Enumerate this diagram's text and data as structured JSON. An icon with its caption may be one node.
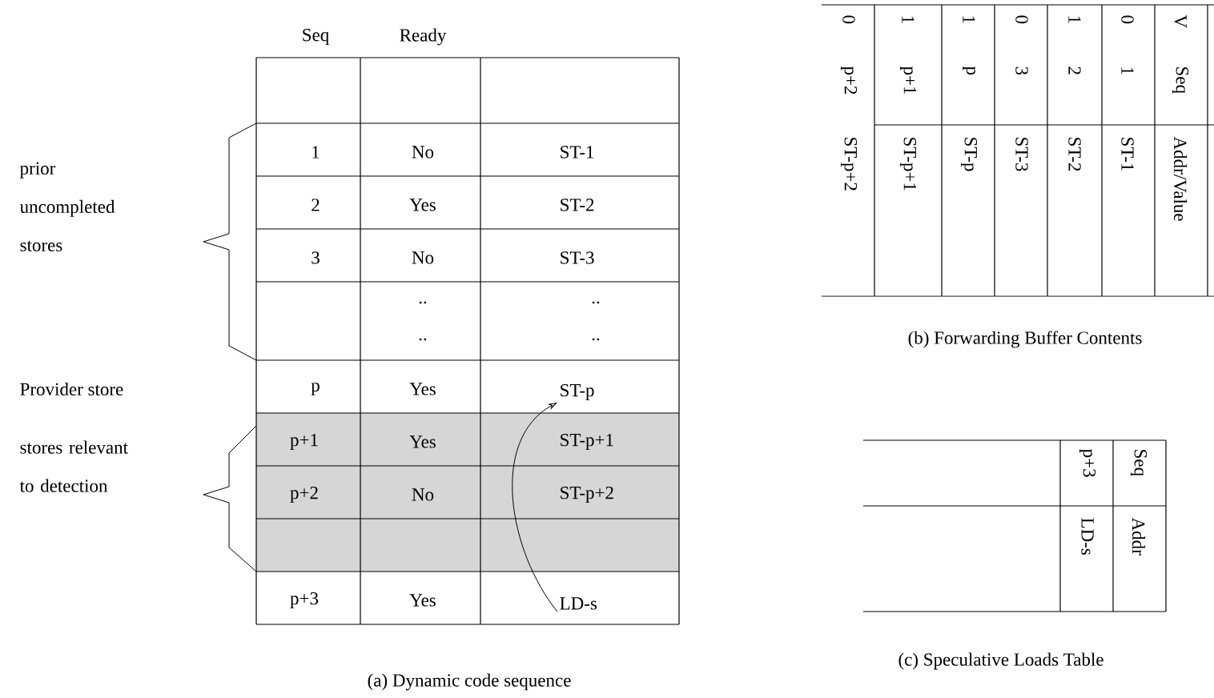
{
  "diagram": {
    "nodes": [
      {
        "text": [
          "ST-p"
        ]
      },
      {
        "text": [
          "LD-s"
        ]
      }
    ],
    "edges": [
      {
        "from": 1,
        "to": 0,
        "arrow": "to"
      }
    ],
    "labels": [
      "Seq",
      "Ready",
      "1",
      "No",
      "ST-1",
      "prior uncompleted stores",
      "2",
      "Yes",
      "ST-2",
      "3",
      "No",
      "ST-3",
      "..",
      "..",
      "..",
      "..",
      "Provider store",
      "p",
      "Yes",
      "stores relevant to detection",
      "p+1",
      "Yes",
      "ST-p+1",
      "p+2",
      "No",
      "ST-p+2",
      "p+3",
      "Yes",
      "(a) Dynamic code sequence",
      "V",
      "Seq",
      "Addr/Value",
      "0",
      "1",
      "ST-1",
      "1",
      "2",
      "ST-2",
      "0",
      "3",
      "ST-3",
      "1",
      "p",
      "ST-p",
      "1",
      "p+1",
      "ST-p+1",
      "0",
      "p+2",
      "ST-p+2",
      "(b) Forwarding Buffer Contents",
      "Seq",
      "Addr",
      "p+3",
      "LD-s",
      "(c) Speculative Loads Table"
    ]
  }
}
